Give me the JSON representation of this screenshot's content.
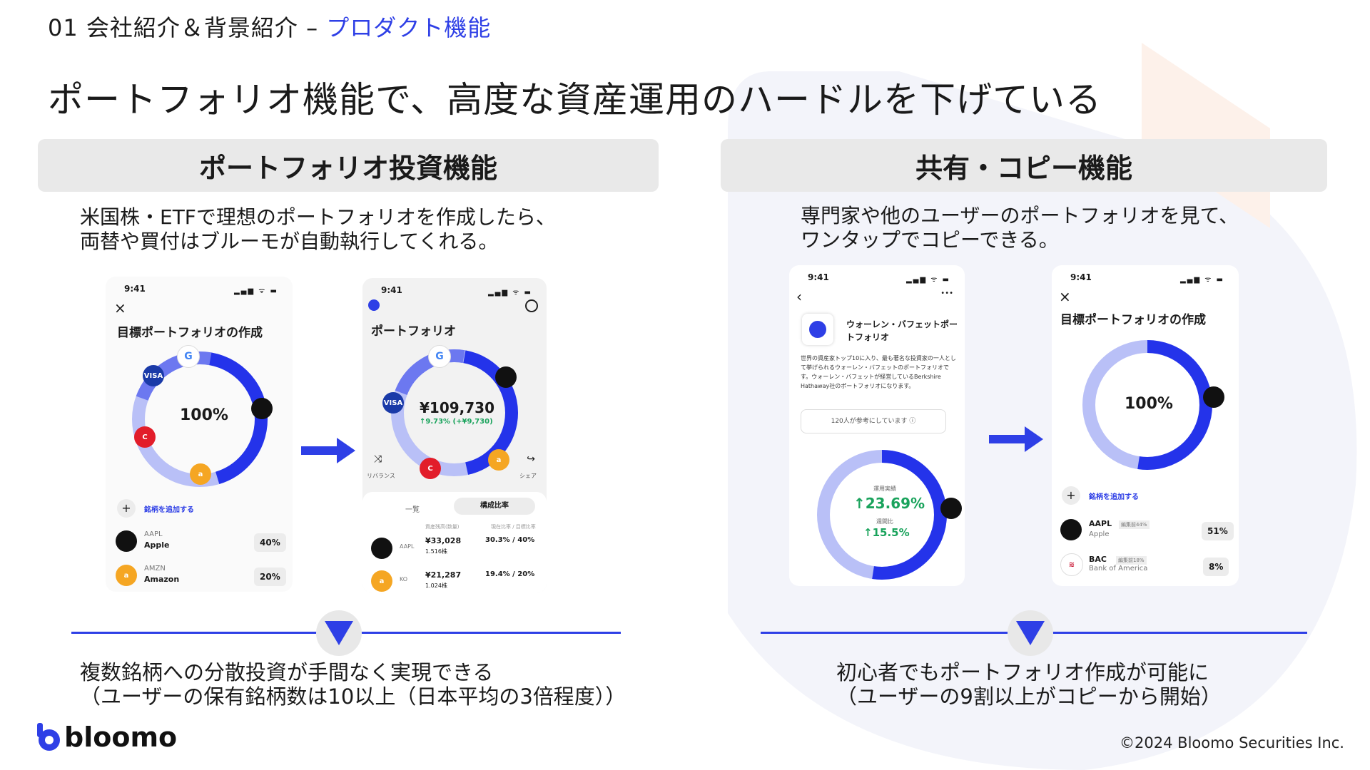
{
  "header": {
    "breadcrumb_prefix": "01 会社紹介＆背景紹介 –",
    "breadcrumb_accent": "プロダクト機能",
    "title": "ポートフォリオ機能で、高度な資産運用のハードルを下げている"
  },
  "left": {
    "heading": "ポートフォリオ投資機能",
    "desc_line1": "米国株・ETFで理想のポートフォリオを作成したら、",
    "desc_line2": "両替や買付はブルーモが自動執行してくれる。",
    "phone1": {
      "time": "9:41",
      "status": "▂▄▆ ᯤ ▬",
      "close": "×",
      "title": "目標ポートフォリオの作成",
      "center": "100%",
      "add_label": "銘柄を追加する",
      "rows": [
        {
          "ticker": "AAPL",
          "name": "Apple",
          "pct": "40%"
        },
        {
          "ticker": "AMZN",
          "name": "Amazon",
          "pct": "20%"
        }
      ]
    },
    "phone2": {
      "time": "9:41",
      "status": "▂▄▆ ᯤ ▬",
      "title": "ポートフォリオ",
      "value": "¥109,730",
      "change": "↑9.73% (+¥9,730)",
      "rebalance": "リバランス",
      "share": "シェア",
      "tab1": "一覧",
      "tab2": "構成比率",
      "col1": "資産残高(数量)",
      "col2": "現在比率 / 目標比率",
      "rows": [
        {
          "ticker": "AAPL",
          "value": "¥33,028",
          "qty": "1.516株",
          "ratio": "30.3% / 40%"
        },
        {
          "ticker": "KO",
          "value": "¥21,287",
          "qty": "1.024株",
          "ratio": "19.4% / 20%"
        }
      ]
    },
    "result_line1": "複数銘柄への分散投資が手間なく実現できる",
    "result_line2": "（ユーザーの保有銘柄数は10以上（日本平均の3倍程度））"
  },
  "right": {
    "heading": "共有・コピー機能",
    "desc_line1": "専門家や他のユーザーのポートフォリオを見て、",
    "desc_line2": "ワンタップでコピーできる。",
    "phone3": {
      "time": "9:41",
      "status": "▂▄▆ ᯤ ▬",
      "back": "‹",
      "more": "•••",
      "name_line1": "ウォーレン・バフェットポー",
      "name_line2": "トフォリオ",
      "desc": "世界の資産家トップ10に入り、最も著名な投資家の一人として挙げられるウォーレン・バフェットのポートフォリオです。ウォーレン・バフェットが経営しているBerkshire Hathaway社のポートフォリオになります。",
      "ref": "120人が参考にしています ⓘ",
      "perf_label": "運用実績",
      "perf_value": "↑23.69%",
      "week_label": "週間比",
      "week_value": "↑15.5%"
    },
    "phone4": {
      "time": "9:41",
      "status": "▂▄▆ ᯤ ▬",
      "close": "×",
      "title": "目標ポートフォリオの作成",
      "center": "100%",
      "add_label": "銘柄を追加する",
      "rows": [
        {
          "ticker": "AAPL",
          "tag": "編集前44%",
          "name": "Apple",
          "pct": "51%"
        },
        {
          "ticker": "BAC",
          "tag": "編集前18%",
          "name": "Bank of America",
          "pct": "8%"
        }
      ]
    },
    "result_line1": "初心者でもポートフォリオ作成が可能に",
    "result_line2": "（ユーザーの9割以上がコピーから開始）"
  },
  "footer": {
    "brand": "bloomo",
    "copyright": "©2024 Bloomo Securities Inc."
  },
  "colors": {
    "accent": "#2e3fe6",
    "ring_dark": "#2433ea",
    "ring_mid": "#6c78f0",
    "ring_light": "#b9c0f7"
  }
}
